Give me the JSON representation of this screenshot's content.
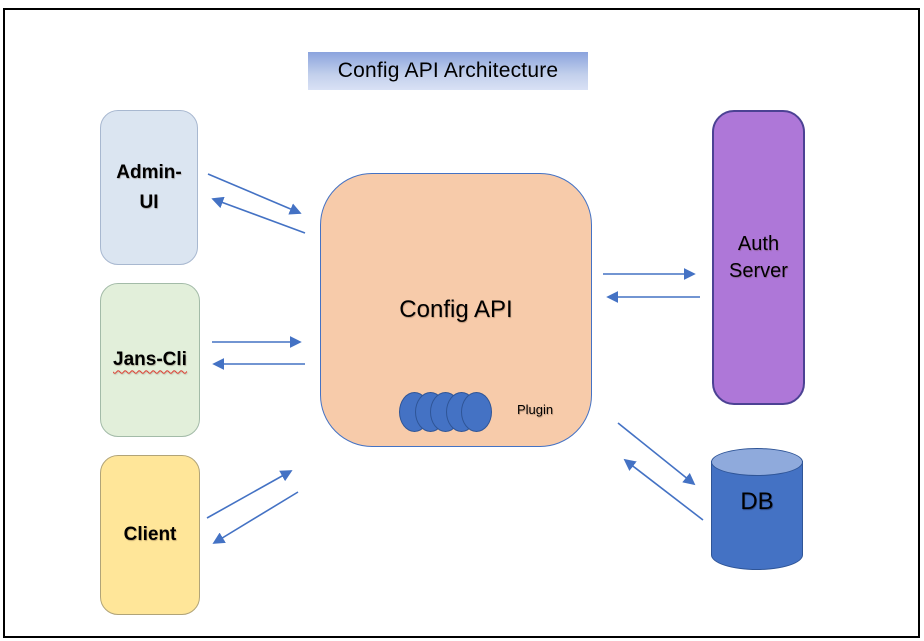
{
  "title": "Config API Architecture",
  "nodes": {
    "admin_ui": {
      "line1": "Admin-",
      "line2": "UI",
      "fill": "#dbe5f1"
    },
    "jans_cli": {
      "label": "Jans-Cli",
      "fill": "#e2efda",
      "spellcheck_underline": true
    },
    "client": {
      "label": "Client",
      "fill": "#ffe699"
    },
    "config_api": {
      "label": "Config API",
      "fill": "#f7cbaa",
      "plugin_label": "Plugin",
      "plugin_circle_count": 5,
      "plugin_circle_fill": "#4472c4"
    },
    "auth_server": {
      "line1": "Auth",
      "line2": "Server",
      "fill": "#ae77d8"
    },
    "db": {
      "label": "DB",
      "fill": "#4472c4",
      "top_fill": "#8faadc"
    }
  },
  "connections": [
    {
      "from": "Admin-UI",
      "to": "Config API"
    },
    {
      "from": "Config API",
      "to": "Admin-UI"
    },
    {
      "from": "Jans-Cli",
      "to": "Config API"
    },
    {
      "from": "Config API",
      "to": "Jans-Cli"
    },
    {
      "from": "Client",
      "to": "Config API"
    },
    {
      "from": "Config API",
      "to": "Client"
    },
    {
      "from": "Config API",
      "to": "Auth Server"
    },
    {
      "from": "Auth Server",
      "to": "Config API"
    },
    {
      "from": "Config API",
      "to": "DB"
    },
    {
      "from": "DB",
      "to": "Config API"
    }
  ],
  "colors": {
    "arrow": "#4472c4",
    "frame_border": "#000000",
    "title_gradient_top": "#8ba3dd",
    "title_gradient_bottom": "#d9e1f5"
  }
}
